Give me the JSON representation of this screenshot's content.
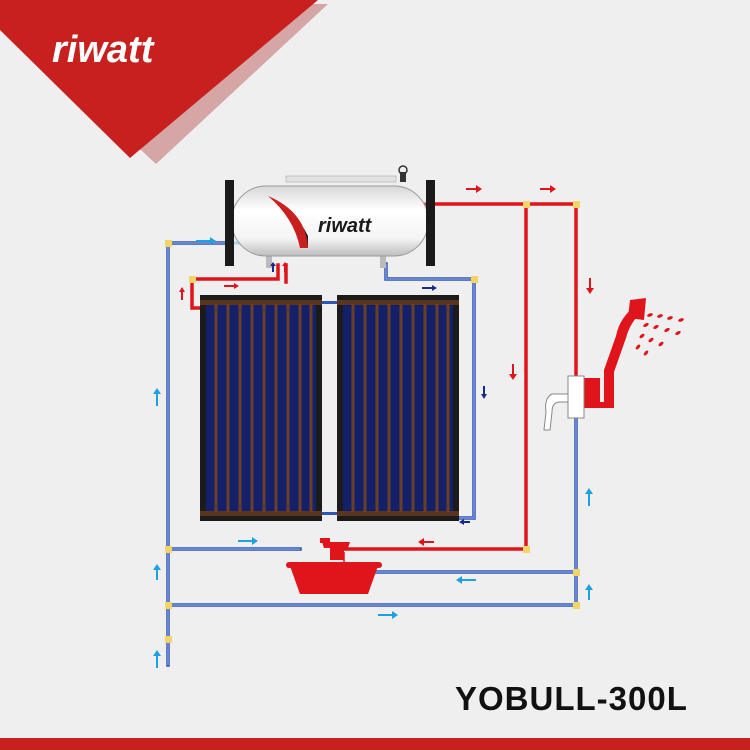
{
  "brand": {
    "logo_text": "riwatt",
    "tank_logo_text": "riwatt"
  },
  "model": {
    "name": "YOBULL-300L"
  },
  "colors": {
    "hot": "#e0141b",
    "cold": "#2f55b8",
    "cold_arrow": "#1fa0e0",
    "brand_red": "#c8201f",
    "panel": "#13206a",
    "frame": "#4a2a1a"
  },
  "icons": {
    "shower": "shower-head-icon",
    "faucet": "faucet-icon",
    "basin": "basin-icon"
  }
}
